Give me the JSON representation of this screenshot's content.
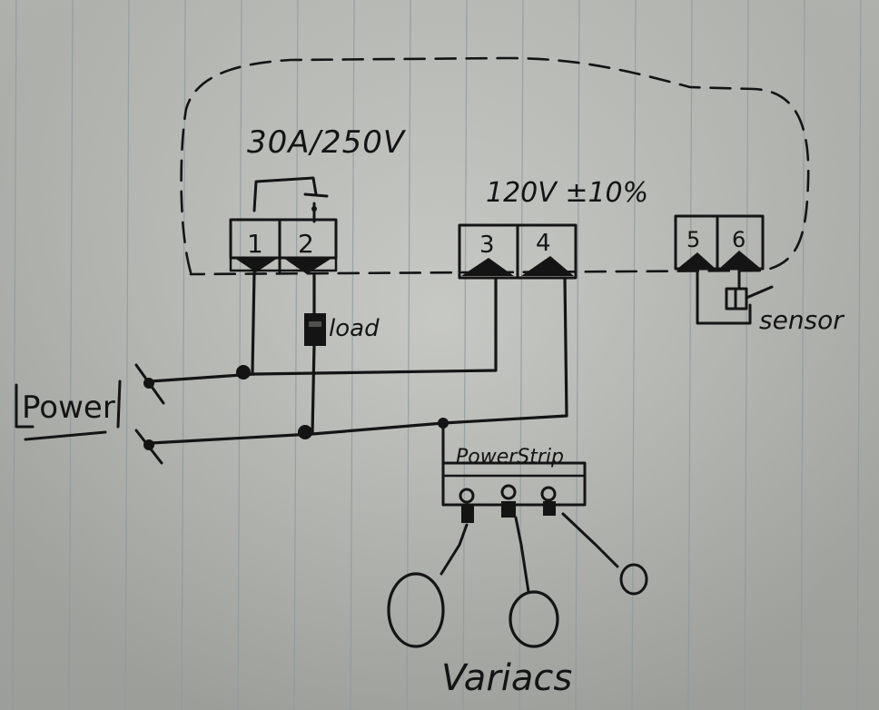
{
  "labels": {
    "rating": "30A/250V",
    "control_voltage": "120V ±10%",
    "load": "load",
    "sensor": "sensor",
    "power": "Power",
    "power_strip": "PowerStrip",
    "variacs": "Variacs"
  },
  "terminals": [
    "1",
    "2",
    "3",
    "4",
    "5",
    "6"
  ],
  "colors": {
    "ink": "#141414",
    "paper": "#bdbfba",
    "rule": "#8e9a9c"
  }
}
